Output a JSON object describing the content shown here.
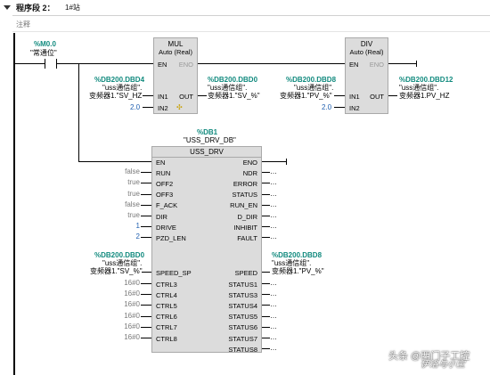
{
  "header": {
    "segment_label": "程序段 2：",
    "segment_title": "1#站",
    "comment_label": "注释"
  },
  "contact": {
    "address": "%M0.0",
    "name": "\"常通位\""
  },
  "mul": {
    "title": "MUL",
    "subtitle": "Auto (Real)",
    "pin_en": "EN",
    "pin_eno": "ENO",
    "pin_in1": "IN1",
    "pin_in2": "IN2",
    "pin_out": "OUT",
    "in1_address": "%DB200.DBD4",
    "in1_name1": "\"uss通信组\".",
    "in1_name2": "变频器1.\"SV_HZ",
    "in2_value": "2.0",
    "out_address": "%DB200.DBD0",
    "out_name1": "\"uss通信组\".",
    "out_name2": "变频器1.\"SV_%\""
  },
  "div": {
    "title": "DIV",
    "subtitle": "Auto (Real)",
    "pin_en": "EN",
    "pin_eno": "ENO",
    "pin_in1": "IN1",
    "pin_in2": "IN2",
    "pin_out": "OUT",
    "in1_address": "%DB200.DBD8",
    "in1_name1": "\"uss通信组\".",
    "in1_name2": "变频器1.\"PV_%\"",
    "in2_value": "2.0",
    "out_address": "%DB200.DBD12",
    "out_name1": "\"uss通信组\".",
    "out_name2": "变频器1.PV_HZ"
  },
  "uss": {
    "db_address": "%DB1",
    "db_name": "\"USS_DRV_DB\"",
    "title": "USS_DRV",
    "left_pins": [
      {
        "pin": "EN",
        "value": ""
      },
      {
        "pin": "RUN",
        "value": "false"
      },
      {
        "pin": "OFF2",
        "value": "true"
      },
      {
        "pin": "OFF3",
        "value": "true"
      },
      {
        "pin": "F_ACK",
        "value": "false"
      },
      {
        "pin": "DIR",
        "value": "true"
      },
      {
        "pin": "DRIVE",
        "value": "1"
      },
      {
        "pin": "PZD_LEN",
        "value": "2"
      }
    ],
    "right_pins": [
      "ENO",
      "NDR",
      "ERROR",
      "STATUS",
      "RUN_EN",
      "D_DIR",
      "INHIBIT",
      "FAULT"
    ],
    "speed_sp": {
      "pin": "SPEED_SP",
      "address": "%DB200.DBD0",
      "name1": "\"uss通信组\".",
      "name2": "变频器1.\"SV_%\""
    },
    "speed": {
      "pin": "SPEED",
      "address": "%DB200.DBD8",
      "name1": "\"uss通信组\".",
      "name2": "变频器1.\"PV_%\""
    },
    "ctrl_pins": [
      {
        "pin": "CTRL3",
        "value": "16#0"
      },
      {
        "pin": "CTRL4",
        "value": "16#0"
      },
      {
        "pin": "CTRL5",
        "value": "16#0"
      },
      {
        "pin": "CTRL6",
        "value": "16#0"
      },
      {
        "pin": "CTRL7",
        "value": "16#0"
      },
      {
        "pin": "CTRL8",
        "value": "16#0"
      }
    ],
    "status_pins": [
      "STATUS1",
      "STATUS3",
      "STATUS4",
      "STATUS5",
      "STATUS6",
      "STATUS7",
      "STATUS8"
    ]
  },
  "watermark": {
    "text": "头条 @西门子工控",
    "sub": "伊洛与小宝"
  },
  "colors": {
    "address": "#118a7e",
    "box": "#dcdcdc",
    "box_border": "#a9a9a9"
  }
}
